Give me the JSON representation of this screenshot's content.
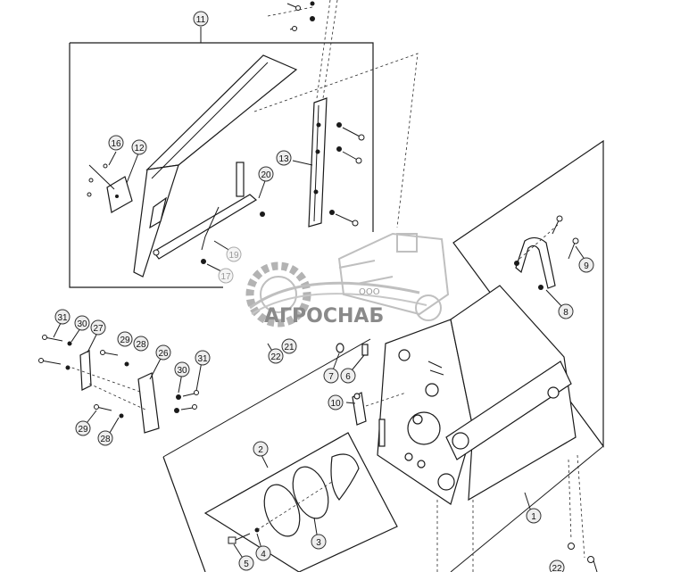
{
  "watermark": {
    "company_prefix": "ООО",
    "company_name": "АГРОСНАБ"
  },
  "callouts": [
    {
      "id": "c11",
      "label": "11"
    },
    {
      "id": "c12",
      "label": "12"
    },
    {
      "id": "c13",
      "label": "13"
    },
    {
      "id": "c16",
      "label": "16"
    },
    {
      "id": "c17",
      "label": "17"
    },
    {
      "id": "c19",
      "label": "19"
    },
    {
      "id": "c20",
      "label": "20"
    },
    {
      "id": "c9",
      "label": "9"
    },
    {
      "id": "c8",
      "label": "8"
    },
    {
      "id": "c31a",
      "label": "31"
    },
    {
      "id": "c30a",
      "label": "30"
    },
    {
      "id": "c27",
      "label": "27"
    },
    {
      "id": "c29a",
      "label": "29"
    },
    {
      "id": "c28a",
      "label": "28"
    },
    {
      "id": "c26",
      "label": "26"
    },
    {
      "id": "c22a",
      "label": "22"
    },
    {
      "id": "c21",
      "label": "21"
    },
    {
      "id": "c7",
      "label": "7"
    },
    {
      "id": "c6",
      "label": "6"
    },
    {
      "id": "c30b",
      "label": "30"
    },
    {
      "id": "c31b",
      "label": "31"
    },
    {
      "id": "c10",
      "label": "10"
    },
    {
      "id": "c29b",
      "label": "29"
    },
    {
      "id": "c28b",
      "label": "28"
    },
    {
      "id": "c2",
      "label": "2"
    },
    {
      "id": "c1",
      "label": "1"
    },
    {
      "id": "c3",
      "label": "3"
    },
    {
      "id": "c4",
      "label": "4"
    },
    {
      "id": "c5",
      "label": "5"
    },
    {
      "id": "c22b",
      "label": "22"
    }
  ]
}
